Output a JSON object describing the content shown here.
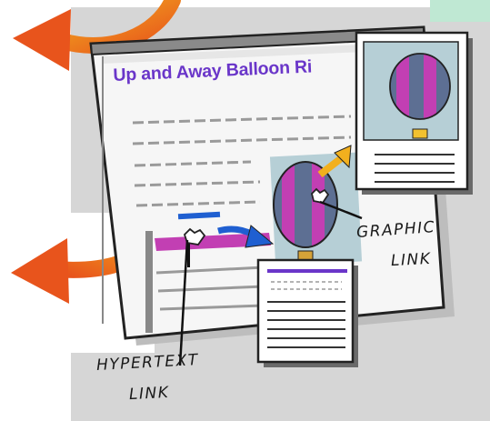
{
  "illustration": {
    "page_title": "Up and Away Balloon Ri",
    "graphic_link_label_line1": "GRAPHIC",
    "graphic_link_label_line2": "LINK",
    "hypertext_link_label_line1": "HYPERTEXT",
    "hypertext_link_label_line2": "LINK"
  },
  "colors": {
    "accent_purple": "#6a36c9",
    "link_blue": "#1f5fd1",
    "balloon_pink": "#c23fb3",
    "balloon_slate": "#5d6f93",
    "arrow_orange": "#e8541c",
    "arrow_yellow": "#f2b01e",
    "mint": "#bfe8d3"
  }
}
